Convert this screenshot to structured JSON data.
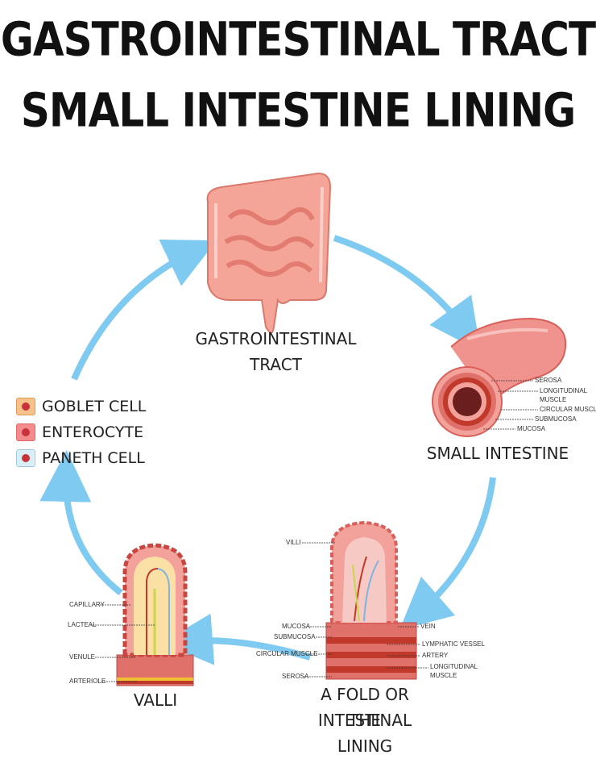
{
  "title": {
    "line1": "GASTROINTESTINAL TRACT",
    "line2": "SMALL INTESTINE LINING"
  },
  "stages": {
    "gi_tract": "GASTROINTESTINAL TRACT",
    "small_intestine": "SMALL INTESTINE",
    "fold_line1": "A FOLD OR THE",
    "fold_line2": "INTESTINAL LINING",
    "villi": "VALLI"
  },
  "legend": [
    {
      "label": "GOBLET CELL",
      "fill": "#f5c28a",
      "border": "#e09a55"
    },
    {
      "label": "ENTEROCYTE",
      "fill": "#f28b8b",
      "border": "#e06a6a"
    },
    {
      "label": "PANETH CELL",
      "fill": "#d9eef5",
      "border": "#9fcbe0"
    }
  ],
  "small_intestine_labels": {
    "serosa": "SEROSA",
    "longitudinal": "LONGITUDINAL",
    "muscle": "MUSCLE",
    "circular": "CIRCULAR MUSCLE",
    "submucosa": "SUBMUCOSA",
    "mucosa": "MUCOSA"
  },
  "fold_labels": {
    "villi": "VILLI",
    "mucosa": "MUCOSA",
    "submucosa": "SUBMUCOSA",
    "circular": "CIRCULAR MUSCLE",
    "serosa": "SEROSA",
    "vein": "VEIN",
    "lymphatic": "LYMPHATIC VESSEL",
    "artery": "ARTERY",
    "longitudinal": "LONGITUDINAL",
    "muscle": "MUSCLE"
  },
  "villus_labels": {
    "capillary": "CAPILLARY",
    "lacteal": "LACTEAL",
    "venule": "VENULE",
    "arteriole": "ARTERIOLE"
  },
  "colors": {
    "arrow": "#7fcaf0",
    "tissue": "#f2a29b",
    "tissue_dark": "#e0706a",
    "muscle_red": "#c0392b"
  }
}
